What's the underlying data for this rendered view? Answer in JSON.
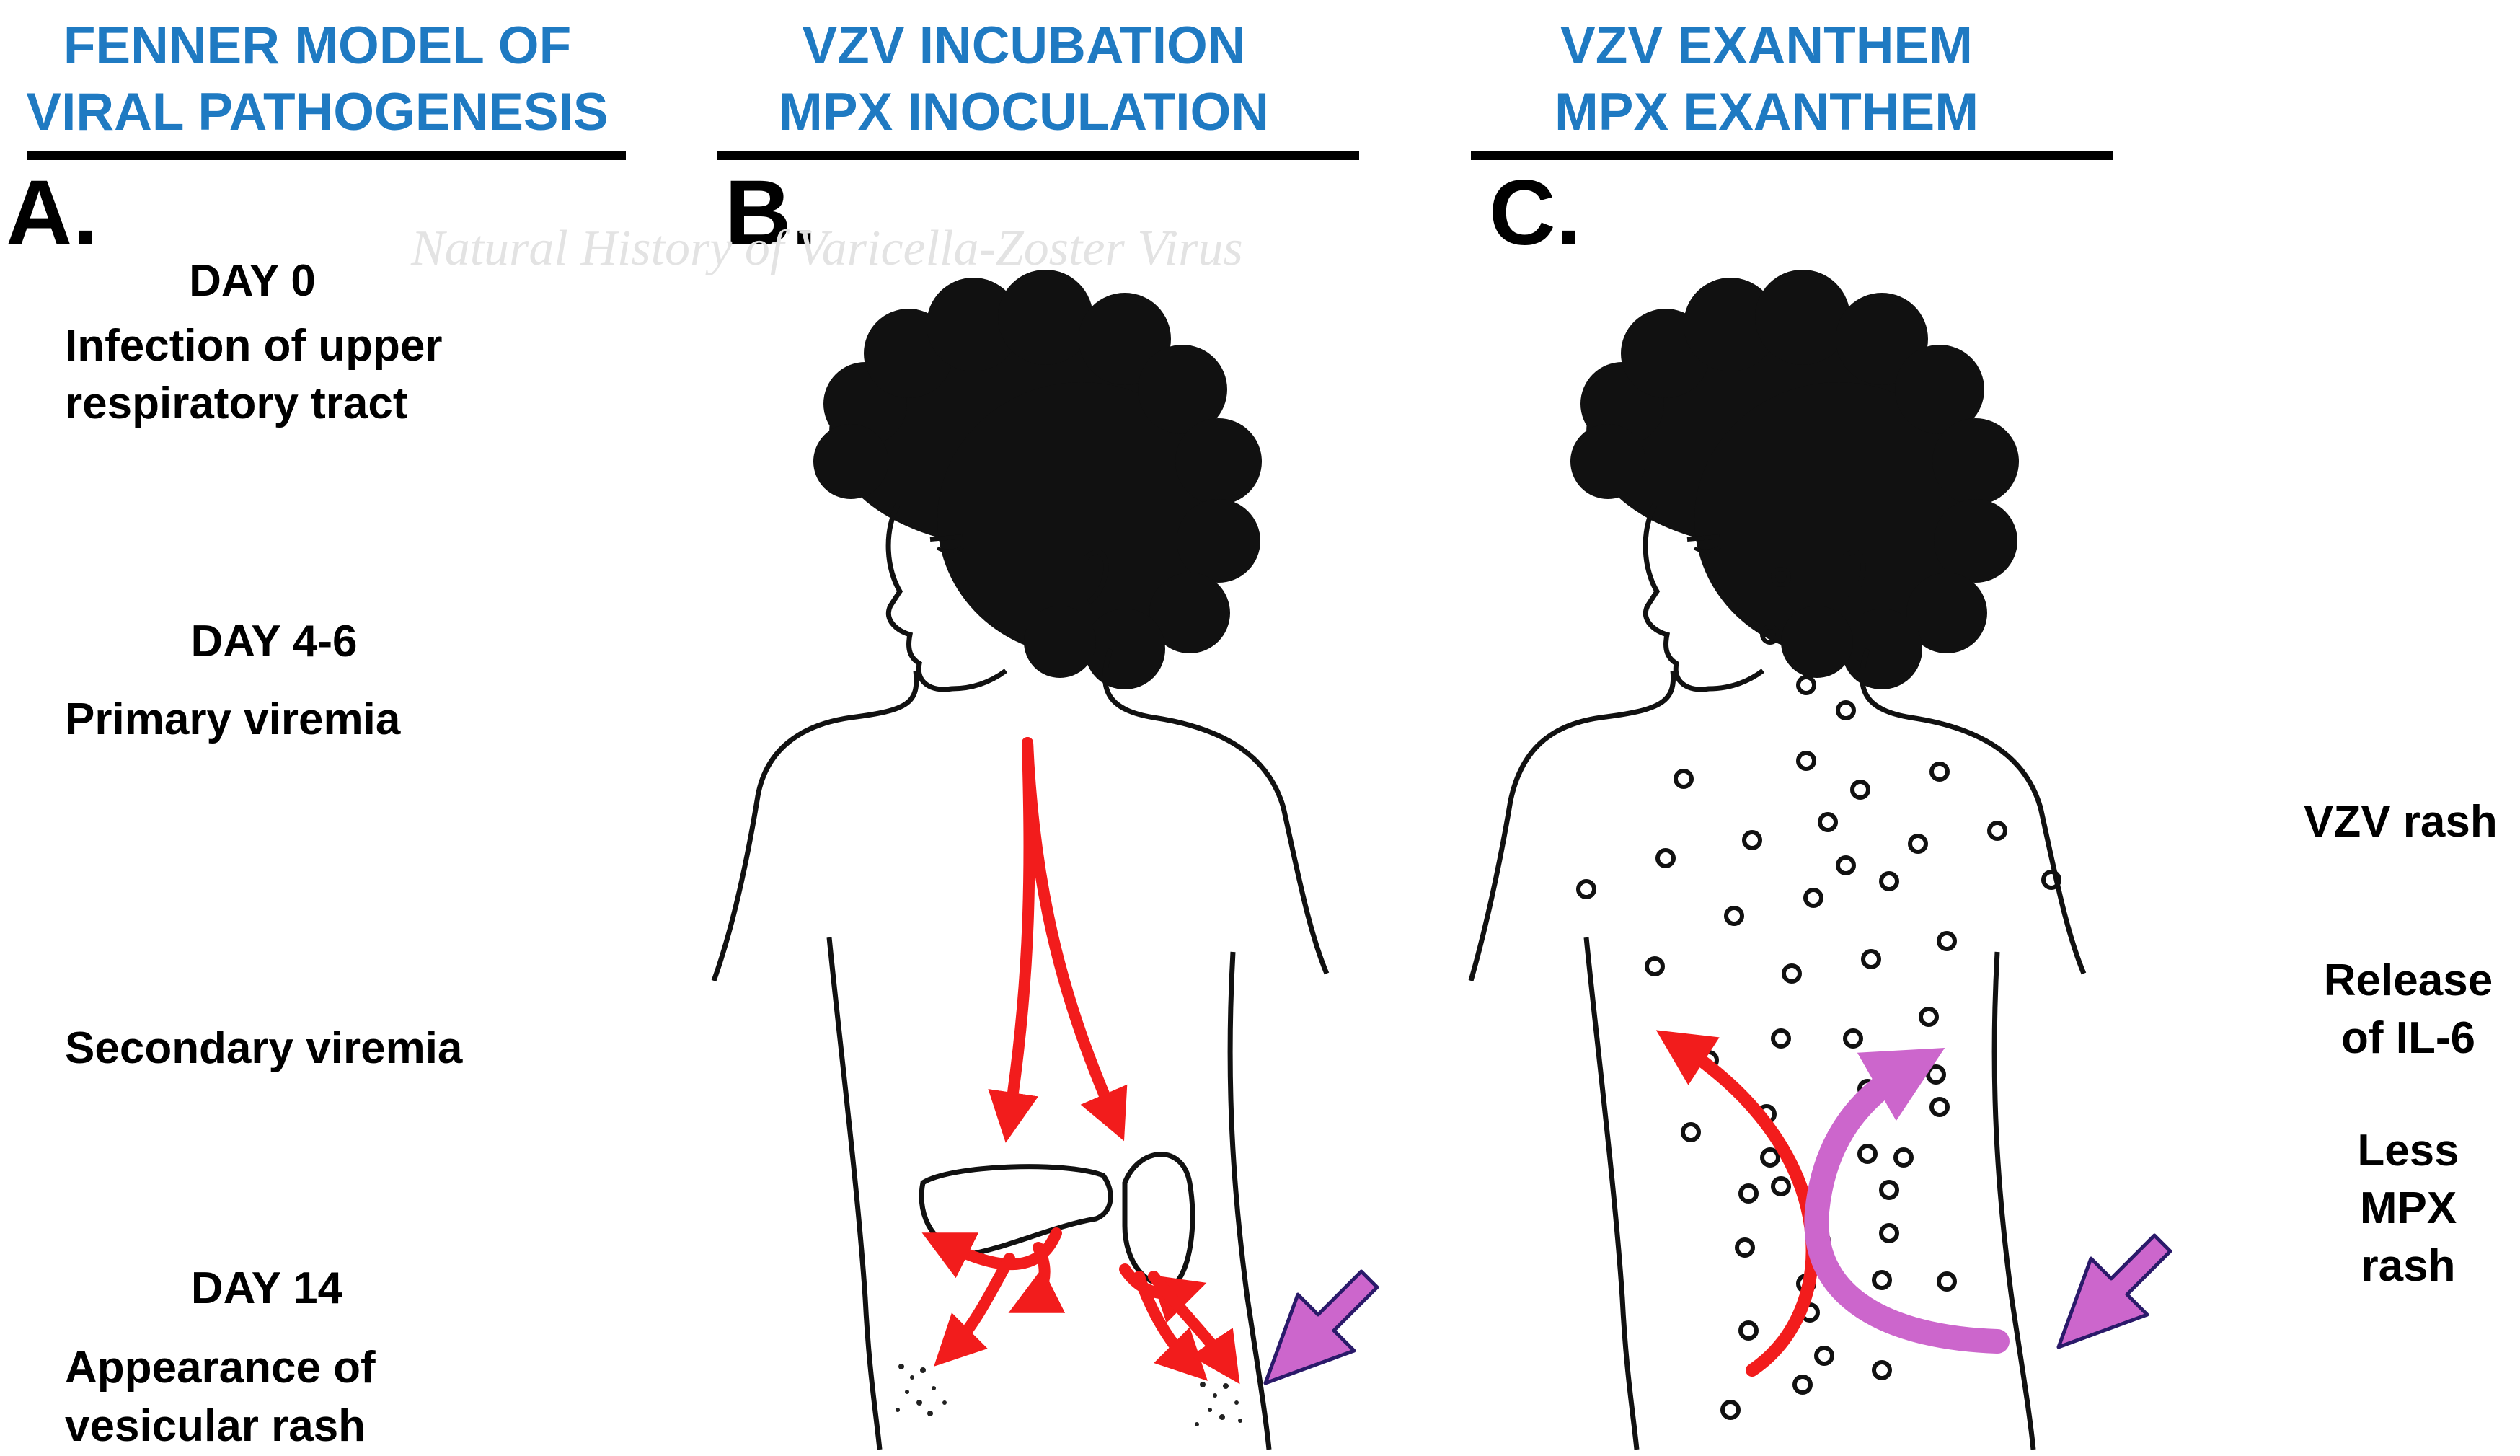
{
  "panels": [
    {
      "letter": "A.",
      "heading_line1": "FENNER MODEL OF",
      "heading_line2": "VIRAL PATHOGENESIS"
    },
    {
      "letter": "B.",
      "heading_line1": "VZV INCUBATION",
      "heading_line2": "MPX INOCULATION"
    },
    {
      "letter": "C.",
      "heading_line1": "VZV EXANTHEM",
      "heading_line2": "MPX EXANTHEM"
    }
  ],
  "timeline": {
    "day0": "DAY 0",
    "day0_desc_1": "Infection of upper",
    "day0_desc_2": "respiratory tract",
    "day46": "DAY 4-6",
    "day46_desc": "Primary viremia",
    "secondary": "Secondary viremia",
    "day14": "DAY 14",
    "day14_desc_1": "Appearance of",
    "day14_desc_2": "vesicular rash"
  },
  "watermark": "Natural History of Varicella-Zoster Virus",
  "right_notes": {
    "vzv_rash": "VZV rash",
    "il6_1": "Release",
    "il6_2": "of IL-6",
    "mpx_1": "Less",
    "mpx_2": "MPX",
    "mpx_3": "rash"
  },
  "colors": {
    "heading": "#1f7ac2",
    "arrow_red": "#f21c1c",
    "arrow_purple": "#cc66cc"
  }
}
